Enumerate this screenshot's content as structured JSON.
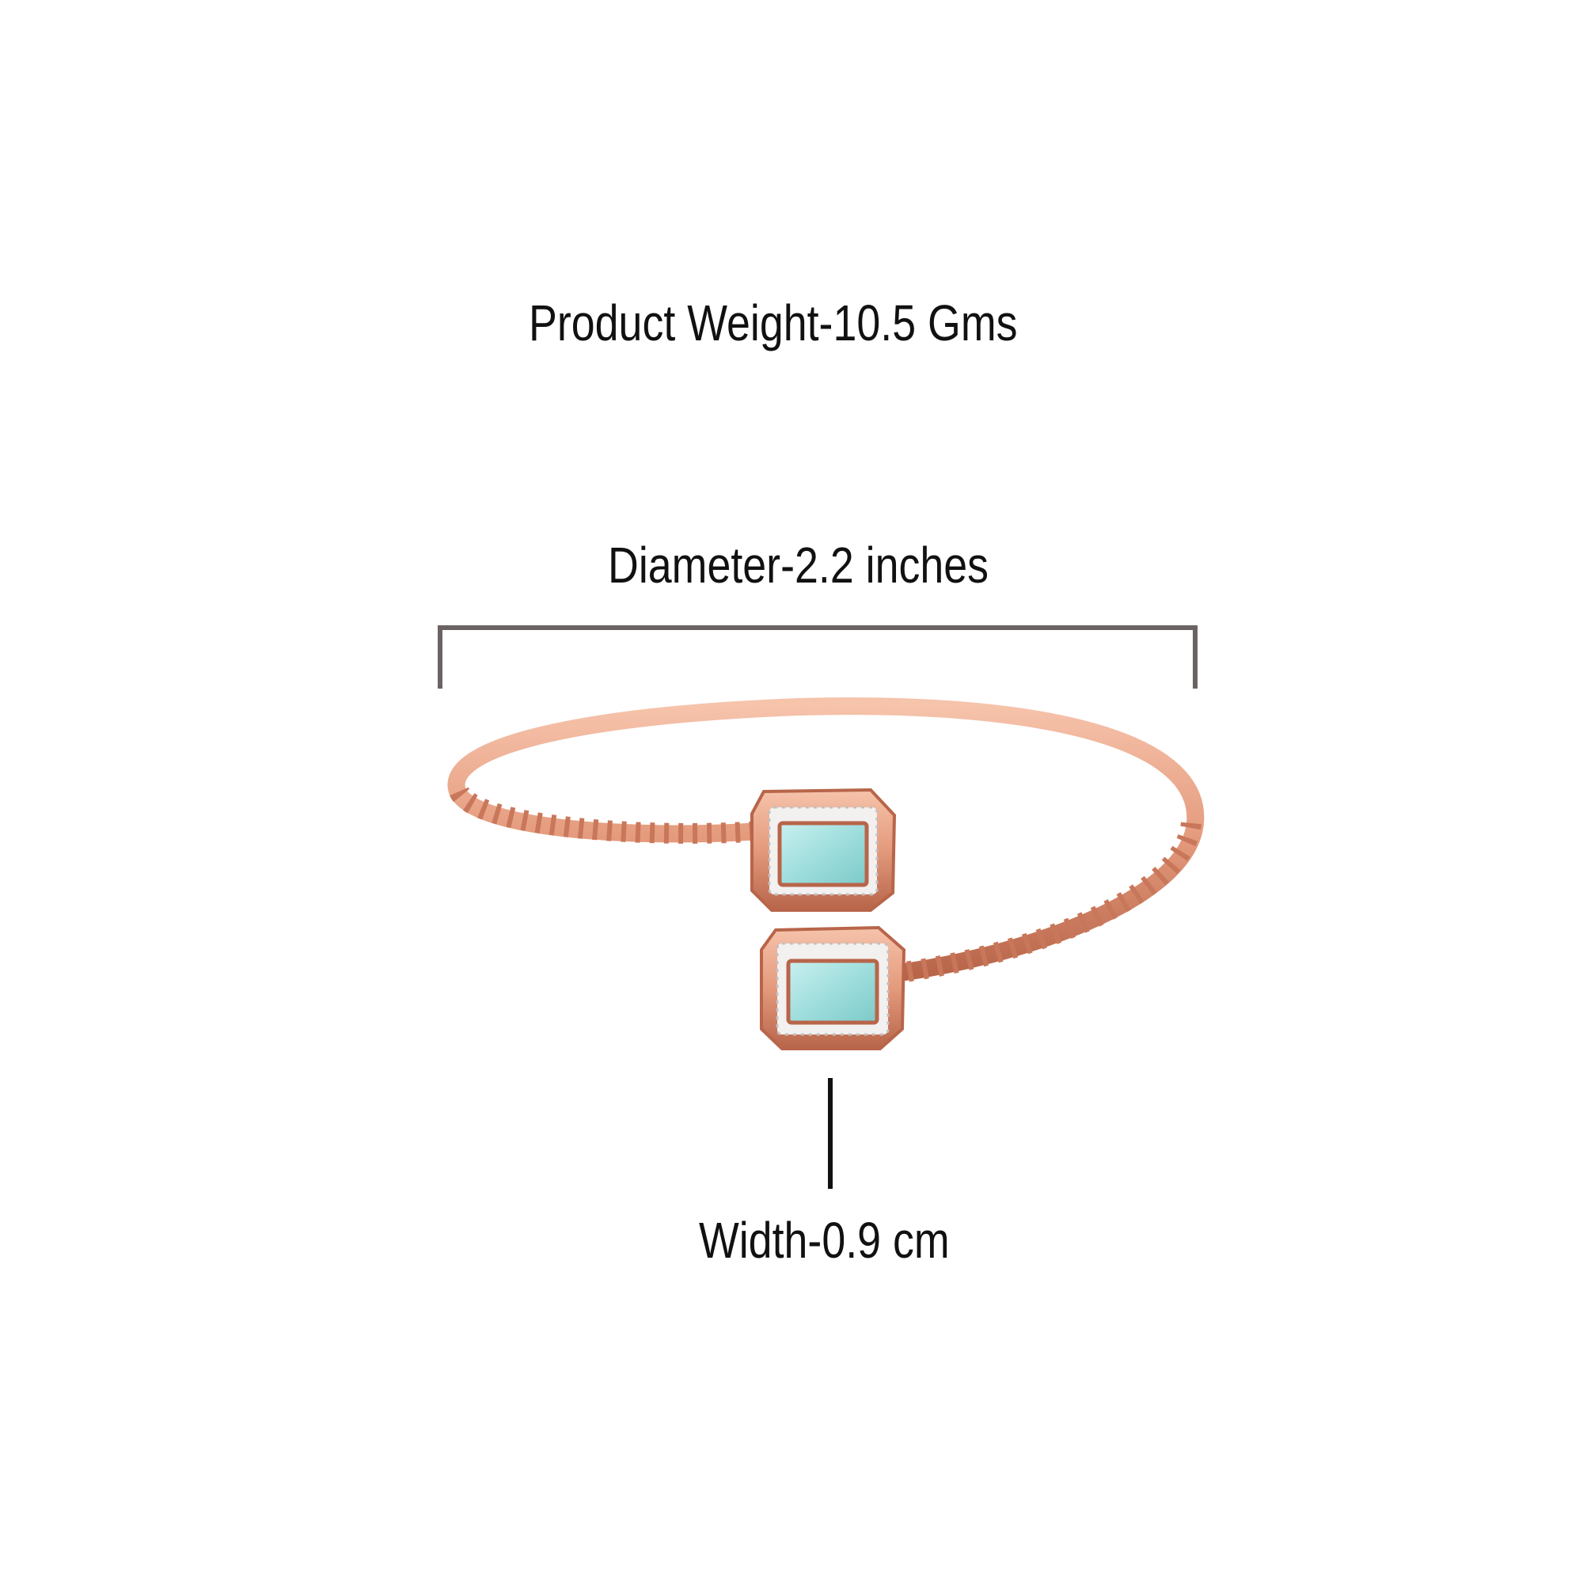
{
  "product_weight": "Product Weight-10.5 Gms",
  "diameter": "Diameter-2.2 inches",
  "width": "Width-0.9 cm",
  "colors": {
    "metal": "#e49a7c",
    "stone": "#9fdedd",
    "bracket": "#6b6363"
  }
}
